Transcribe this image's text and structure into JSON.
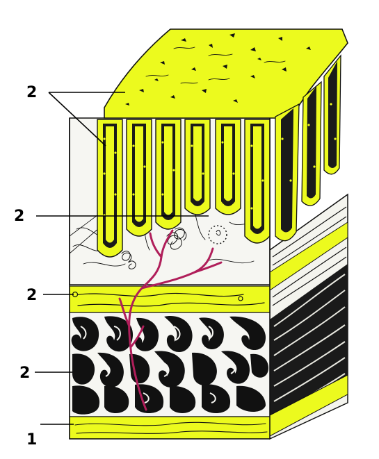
{
  "labels": {
    "surface_epithelium": "2",
    "lamina_propria": "2",
    "submucosa_layer": "2",
    "muscular_layer": "2",
    "serosa": "1"
  },
  "colors": {
    "background": "#ffffff",
    "epithelium_yellow": "#ecfa1e",
    "black_ink": "#111111",
    "blood_vessel": "#b01e5a",
    "tissue_white": "#f6f6f2"
  }
}
